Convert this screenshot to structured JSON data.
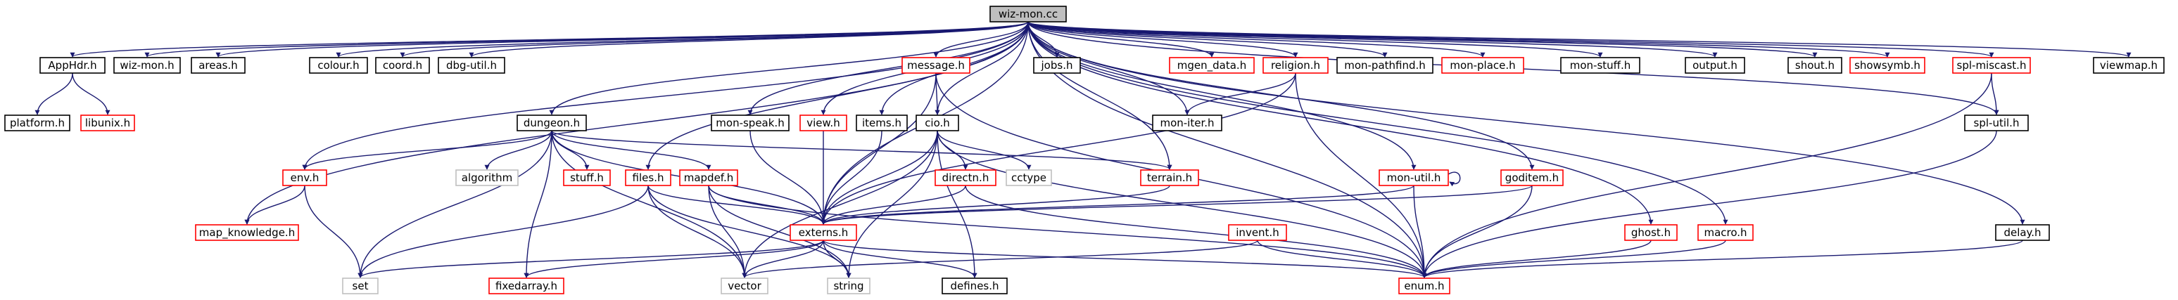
{
  "diagram": {
    "nodes": {
      "root": {
        "label": "wiz-mon.cc"
      },
      "apphdr": {
        "label": "AppHdr.h"
      },
      "wizmonh": {
        "label": "wiz-mon.h"
      },
      "areas": {
        "label": "areas.h"
      },
      "colour": {
        "label": "colour.h"
      },
      "coord": {
        "label": "coord.h"
      },
      "dbgutil": {
        "label": "dbg-util.h"
      },
      "message": {
        "label": "message.h"
      },
      "jobs": {
        "label": "jobs.h"
      },
      "mgendata": {
        "label": "mgen_data.h"
      },
      "religion": {
        "label": "religion.h"
      },
      "monpathfind": {
        "label": "mon-pathfind.h"
      },
      "monplace": {
        "label": "mon-place.h"
      },
      "monstuff": {
        "label": "mon-stuff.h"
      },
      "output": {
        "label": "output.h"
      },
      "shout": {
        "label": "shout.h"
      },
      "showsymb": {
        "label": "showsymb.h"
      },
      "splmiscast": {
        "label": "spl-miscast.h"
      },
      "viewmap": {
        "label": "viewmap.h"
      },
      "platform": {
        "label": "platform.h"
      },
      "libunix": {
        "label": "libunix.h"
      },
      "dungeon": {
        "label": "dungeon.h"
      },
      "monspeak": {
        "label": "mon-speak.h"
      },
      "view": {
        "label": "view.h"
      },
      "items": {
        "label": "items.h"
      },
      "cio": {
        "label": "cio.h"
      },
      "moniter": {
        "label": "mon-iter.h"
      },
      "splutil": {
        "label": "spl-util.h"
      },
      "envh": {
        "label": "env.h"
      },
      "algorithm": {
        "label": "algorithm"
      },
      "stuff": {
        "label": "stuff.h"
      },
      "files": {
        "label": "files.h"
      },
      "mapdef": {
        "label": "mapdef.h"
      },
      "directn": {
        "label": "directn.h"
      },
      "cctype": {
        "label": "cctype"
      },
      "terrain": {
        "label": "terrain.h"
      },
      "monutil": {
        "label": "mon-util.h"
      },
      "goditem": {
        "label": "goditem.h"
      },
      "mapknow": {
        "label": "map_knowledge.h"
      },
      "externs": {
        "label": "externs.h"
      },
      "invent": {
        "label": "invent.h"
      },
      "ghost": {
        "label": "ghost.h"
      },
      "macro": {
        "label": "macro.h"
      },
      "delay": {
        "label": "delay.h"
      },
      "set": {
        "label": "set"
      },
      "fixedarray": {
        "label": "fixedarray.h"
      },
      "vector": {
        "label": "vector"
      },
      "string": {
        "label": "string"
      },
      "defines": {
        "label": "defines.h"
      },
      "enum": {
        "label": "enum.h"
      }
    }
  }
}
